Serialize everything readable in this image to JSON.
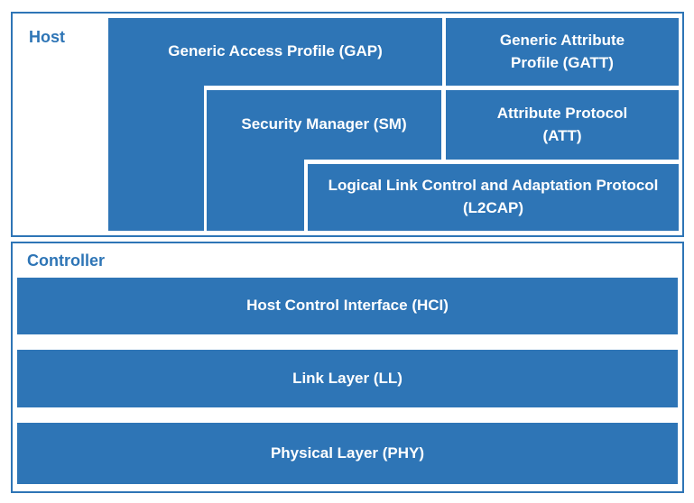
{
  "host": {
    "label": "Host",
    "blocks": {
      "gap": "Generic Access Profile (GAP)",
      "gatt": "Generic Attribute Profile (GATT)",
      "sm": "Security Manager (SM)",
      "att": "Attribute Protocol (ATT)",
      "l2cap": "Logical Link Control and Adaptation Protocol (L2CAP)"
    }
  },
  "controller": {
    "label": "Controller",
    "blocks": {
      "hci": "Host Control Interface (HCI)",
      "ll": "Link Layer (LL)",
      "phy": "Physical Layer (PHY)"
    }
  },
  "colors": {
    "block_fill": "#2E75B6",
    "section_border": "#2E75B6",
    "section_label_text": "#2E75B6",
    "block_text": "#FFFFFF",
    "background": "#FFFFFF"
  }
}
